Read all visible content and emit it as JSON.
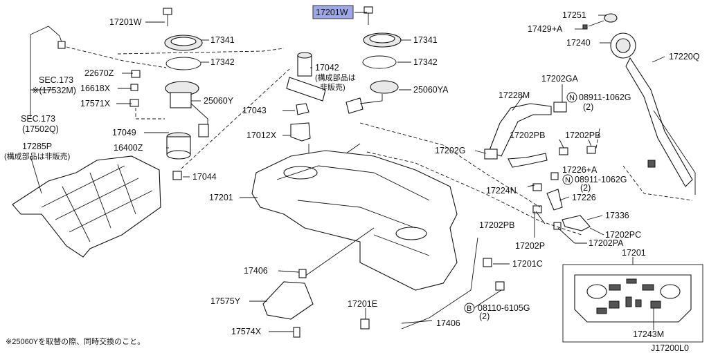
{
  "labels": {
    "p17201W_left": "17201W",
    "p17201W_hl": "17201W",
    "p17341_l": "17341",
    "p17342_l": "17342",
    "p17341_r": "17341",
    "p17342_r": "17342",
    "p22670Z": "22670Z",
    "p16618X": "16618X",
    "p17571X": "17571X",
    "sec173a": "SEC.173",
    "sec173a_sub": "※(17532M)",
    "sec173b": "SEC.173",
    "sec173b_sub": "(17502Q)",
    "p25060Y": "25060Y",
    "p25060YA": "25060YA",
    "p17042": "17042",
    "p17042_note1": "(構成部品は",
    "p17042_note2": "非販売)",
    "p17043": "17043",
    "p17012X": "17012X",
    "p17049": "17049",
    "p16400Z": "16400Z",
    "p17044": "17044",
    "p17285P": "17285P",
    "p17285P_note": "(構成部品は非販売)",
    "p17201": "17201",
    "p17251": "17251",
    "p17429A": "17429+A",
    "p17240": "17240",
    "p17220Q": "17220Q",
    "p17228M": "17228M",
    "p17202GA": "17202GA",
    "n08911a": "08911-1062G",
    "n08911a_q": "(2)",
    "p17202PB_a": "17202PB",
    "p17202PB_b": "17202PB",
    "p17202G": "17202G",
    "p17226A": "17226+A",
    "n08911b": "08911-1062G",
    "n08911b_q": "(2)",
    "p17224N": "17224N",
    "p17226": "17226",
    "p17336": "17336",
    "p17202PB_c": "17202PB",
    "p17202PC": "17202PC",
    "p17202P": "17202P",
    "p17202PA": "17202PA",
    "p17201_box": "17201",
    "p17406_a": "17406",
    "p17201C": "17201C",
    "p17575Y": "17575Y",
    "p17201E": "17201E",
    "b08110": "08110-6105G",
    "b08110_q": "(2)",
    "p17406_b": "17406",
    "p17574X": "17574X",
    "p17243M": "17243M",
    "circle_N": "N",
    "circle_B": "B"
  },
  "footnote": "※25060Yを取替の際、同時交換のこと。",
  "diagram_code": "J17200L0",
  "colors": {
    "highlight": "#9fa8e6",
    "line": "#111111"
  }
}
